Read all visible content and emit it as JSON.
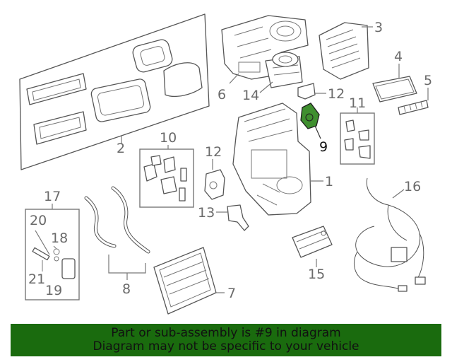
{
  "callouts": {
    "n1": "1",
    "n2": "2",
    "n3": "3",
    "n4": "4",
    "n5": "5",
    "n6": "6",
    "n7": "7",
    "n8": "8",
    "n9": "9",
    "n10": "10",
    "n11": "11",
    "n12a": "12",
    "n12b": "12",
    "n13": "13",
    "n14": "14",
    "n15": "15",
    "n16": "16",
    "n17": "17",
    "n18": "18",
    "n19": "19",
    "n20": "20",
    "n21": "21"
  },
  "highlight": {
    "part_number": "9",
    "color": "#3f8f2f"
  },
  "banner": {
    "line1": "Part or sub-assembly is #9 in diagram",
    "line2": "Diagram may not be specific to your vehicle",
    "background": "#1a6b0e"
  }
}
